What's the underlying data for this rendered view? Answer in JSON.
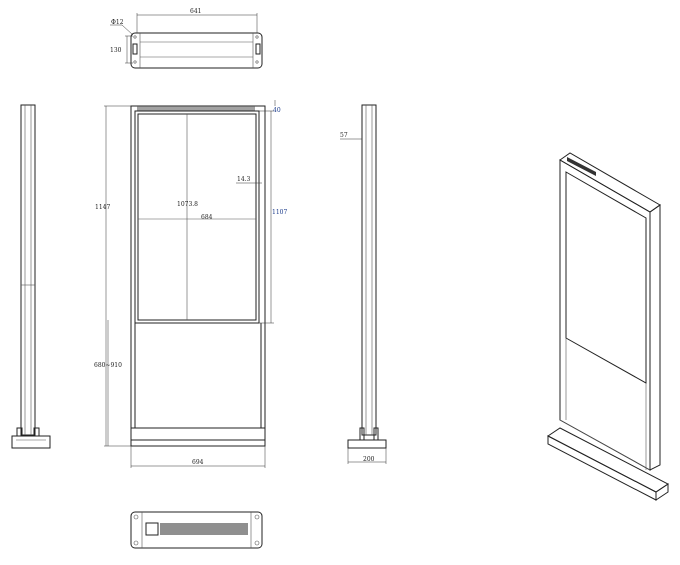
{
  "dimensions": {
    "top_width": "641",
    "hole_diameter": "Φ12",
    "top_depth": "130",
    "top_offset": "40",
    "front_height": "1147",
    "screen_height": "1073.8",
    "screen_width": "684",
    "bezel": "14.3",
    "frame_height": "1107",
    "adjustable_height": "680~910",
    "base_width": "694",
    "side_depth": "57",
    "side_base": "200"
  },
  "colors": {
    "line": "#222222",
    "dimension_blue": "#1a3a8a"
  }
}
